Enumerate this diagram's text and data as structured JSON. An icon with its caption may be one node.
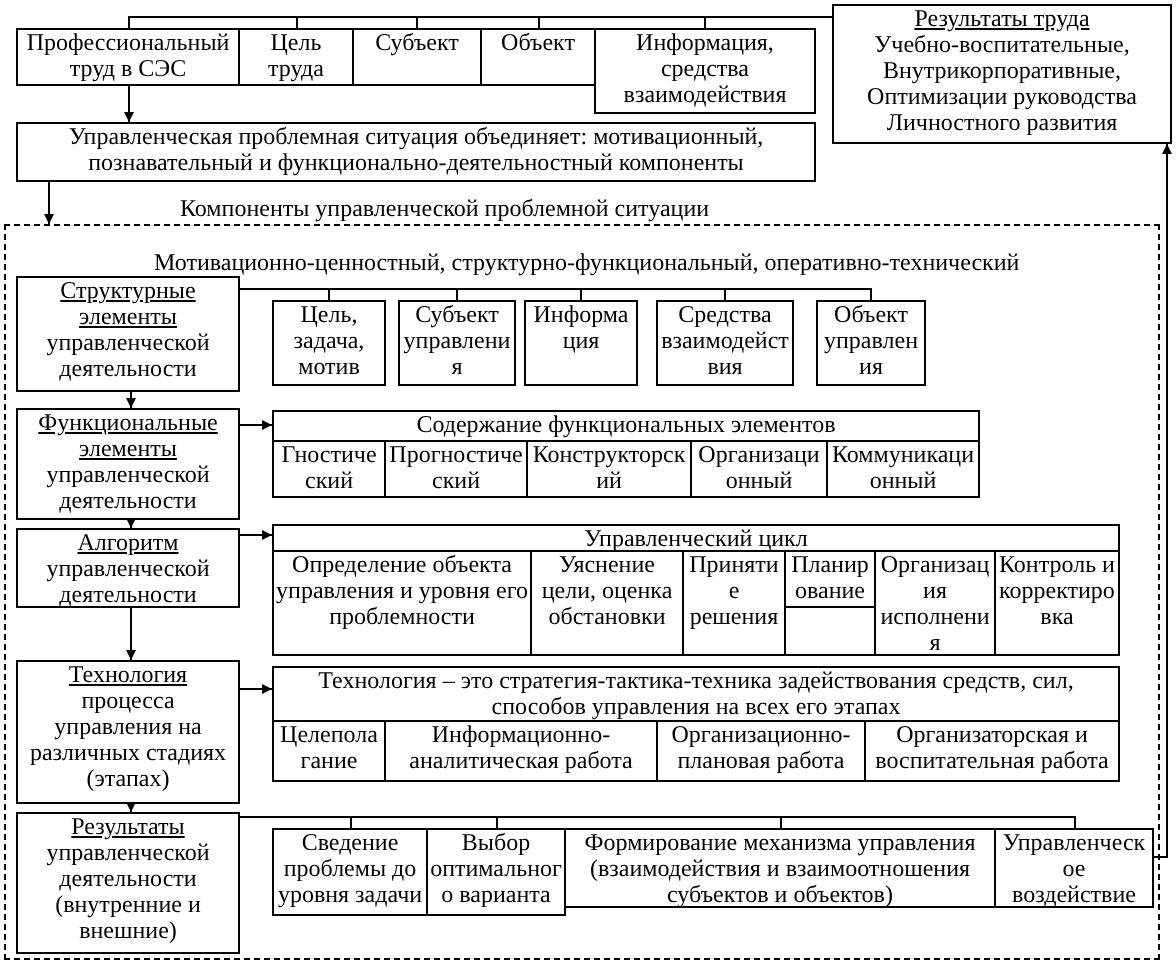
{
  "diagram": {
    "nodes": [
      {
        "text": [
          "Профессиональный труд в СЭС"
        ]
      },
      {
        "text": [
          "Цель труда"
        ]
      },
      {
        "text": [
          "Субъект"
        ]
      },
      {
        "text": [
          "Объект"
        ]
      },
      {
        "text": [
          "Информация, средства взаимодействия"
        ]
      },
      {
        "text": [
          "Результаты труда",
          "Учебно-воспитательные,",
          "Внутрикорпоративные,",
          "Оптимизации руководства",
          "Личностного развития"
        ]
      },
      {
        "text": [
          "Управленческая проблемная ситуация объединяет: мотивационный, познавательный и функционально-деятельностный компоненты"
        ]
      },
      {
        "text": [
          "Компоненты управленческой проблемной ситуации"
        ]
      },
      {
        "text": [
          "Структурные элементы",
          "управленческой деятельности"
        ],
        "in": 7
      },
      {
        "text": [
          "Цель, задача, мотив"
        ],
        "in": 7
      },
      {
        "text": [
          "Субъект управления"
        ],
        "in": 7
      },
      {
        "text": [
          "Информация"
        ],
        "in": 7
      },
      {
        "text": [
          "Средства взаимодействия"
        ],
        "in": 7
      },
      {
        "text": [
          "Объект управления"
        ],
        "in": 7
      },
      {
        "text": [
          "Функциональные элементы",
          "управленческой деятельности"
        ],
        "in": 7
      },
      {
        "text": [
          "Содержание функциональных элементов"
        ],
        "in": 7
      },
      {
        "text": [
          "Гностический"
        ],
        "in": 15
      },
      {
        "text": [
          "Прогностический"
        ],
        "in": 15
      },
      {
        "text": [
          "Конструкторский"
        ],
        "in": 15
      },
      {
        "text": [
          "Организационный"
        ],
        "in": 15
      },
      {
        "text": [
          "Коммуникационный"
        ],
        "in": 15
      },
      {
        "text": [
          "Алгоритм",
          "управленческой деятельности"
        ],
        "in": 7
      },
      {
        "text": [
          "Управленческий цикл"
        ],
        "in": 7
      },
      {
        "text": [
          "Определение объекта управления и уровня его проблемности"
        ],
        "in": 22
      },
      {
        "text": [
          "Уяснение цели, оценка обстановки"
        ],
        "in": 22
      },
      {
        "text": [
          "Принятие решения"
        ],
        "in": 22
      },
      {
        "text": [
          "Планирование"
        ],
        "in": 22
      },
      {
        "text": [
          "Организация исполнения"
        ],
        "in": 22
      },
      {
        "text": [
          "Контроль и корректировка"
        ],
        "in": 22
      },
      {
        "text": [
          "Технология",
          "процесса управления на различных стадиях (этапах)"
        ],
        "in": 7
      },
      {
        "text": [
          "Технология – это стратегия-тактика-техника задействования средств, сил, способов управления на всех его этапах"
        ],
        "in": 7
      },
      {
        "text": [
          "Целеполагание"
        ],
        "in": 30
      },
      {
        "text": [
          "Информационно-аналитическая работа"
        ],
        "in": 30
      },
      {
        "text": [
          "Организационно-плановая работа"
        ],
        "in": 30
      },
      {
        "text": [
          "Организаторская и воспитательная работа"
        ],
        "in": 30
      },
      {
        "text": [
          "Результаты",
          "управленческой деятельности (внутренние и внешние)"
        ],
        "in": 7
      },
      {
        "text": [
          "Сведение проблемы до уровня задачи"
        ],
        "in": 7
      },
      {
        "text": [
          "Выбор оптимального варианта"
        ],
        "in": 7
      },
      {
        "text": [
          "Формирование механизма управления (взаимодействия и взаимоотношения субъектов и объектов)"
        ],
        "in": 7
      },
      {
        "text": [
          "Управленческое воздействие"
        ],
        "in": 7
      }
    ],
    "edges": [
      {
        "from": 5,
        "to": 0,
        "arrow": "none"
      },
      {
        "from": 5,
        "to": 1,
        "arrow": "none"
      },
      {
        "from": 5,
        "to": 2,
        "arrow": "none"
      },
      {
        "from": 5,
        "to": 3,
        "arrow": "none"
      },
      {
        "from": 5,
        "to": 4,
        "arrow": "none"
      },
      {
        "from": 0,
        "to": 6,
        "arrow": "to"
      },
      {
        "from": 6,
        "to": 7,
        "arrow": "to"
      },
      {
        "from": 8,
        "to": 9,
        "arrow": "none"
      },
      {
        "from": 8,
        "to": 10,
        "arrow": "none"
      },
      {
        "from": 8,
        "to": 11,
        "arrow": "none"
      },
      {
        "from": 8,
        "to": 12,
        "arrow": "none"
      },
      {
        "from": 8,
        "to": 13,
        "arrow": "none"
      },
      {
        "from": 8,
        "to": 14,
        "arrow": "to"
      },
      {
        "from": 14,
        "to": 15,
        "arrow": "to"
      },
      {
        "from": 14,
        "to": 21,
        "arrow": "to"
      },
      {
        "from": 21,
        "to": 22,
        "arrow": "to"
      },
      {
        "from": 21,
        "to": 29,
        "arrow": "to"
      },
      {
        "from": 29,
        "to": 30,
        "arrow": "to"
      },
      {
        "from": 29,
        "to": 35,
        "arrow": "to"
      },
      {
        "from": 35,
        "to": 36,
        "arrow": "none"
      },
      {
        "from": 35,
        "to": 37,
        "arrow": "none"
      },
      {
        "from": 35,
        "to": 38,
        "arrow": "none"
      },
      {
        "from": 35,
        "to": 39,
        "arrow": "none"
      },
      {
        "from": 39,
        "to": 5,
        "arrow": "to"
      }
    ],
    "labels": [
      "Мотивационно-ценностный, структурно-функциональный, оперативно-технический"
    ]
  }
}
